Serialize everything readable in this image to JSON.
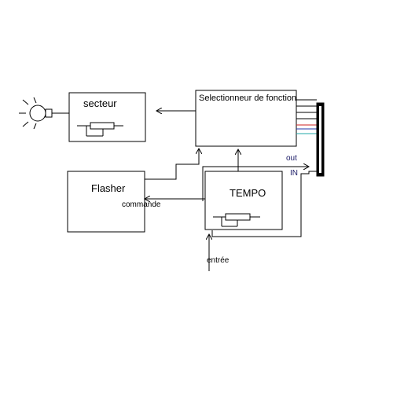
{
  "blocks": {
    "secteur": "secteur",
    "selecteur": "Selectionneur de fonction",
    "flasher": "Flasher",
    "tempo": "TEMPO"
  },
  "signals": {
    "commande": "commande",
    "out": "out",
    "in": "IN",
    "entree": "entrée"
  },
  "icons": {
    "lamp": "lamp-icon",
    "potentiometer": "potentiometer-icon",
    "connector": "connector-icon"
  },
  "colors": {
    "line": "#000000",
    "wire_red": "#cc2222",
    "wire_blue": "#2233aa",
    "wire_teal": "#22aaaa",
    "label_blue": "#1a1a66"
  }
}
